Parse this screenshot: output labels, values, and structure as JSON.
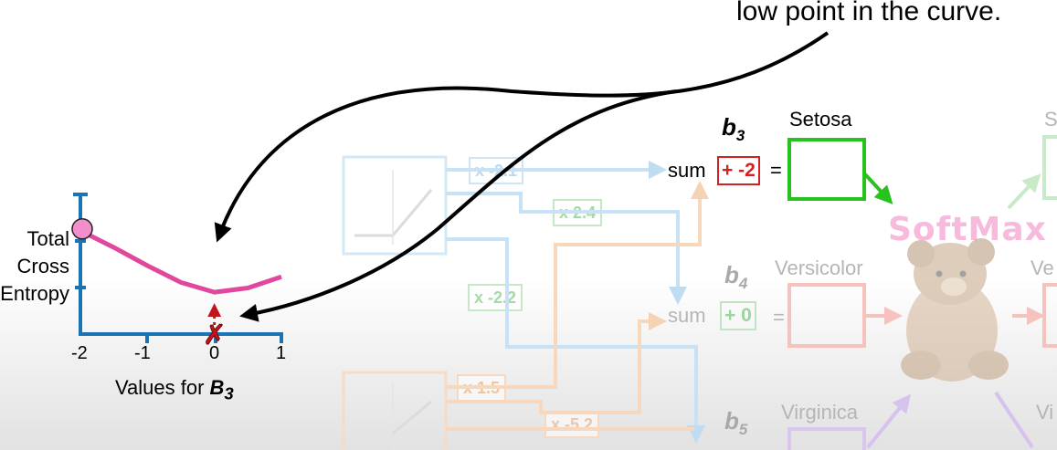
{
  "caption": {
    "text": "low point in the curve."
  },
  "plot": {
    "ylabel_lines": [
      "Total",
      "Cross",
      "Entropy"
    ],
    "xlabel_prefix": "Values for ",
    "xlabel_var": "B",
    "xlabel_sub": "3",
    "ticks": [
      "-2",
      "-1",
      "0",
      "1"
    ]
  },
  "chart_data": {
    "type": "line",
    "title": "",
    "xlabel": "Values for B3",
    "ylabel": "Total Cross Entropy",
    "xlim": [
      -2,
      1
    ],
    "x_ticks": [
      -2,
      -1,
      0,
      1
    ],
    "series": [
      {
        "x": [
          -2.0,
          -1.5,
          -1.0,
          -0.5,
          0.0,
          0.5,
          1.0
        ],
        "y": [
          0.74,
          0.62,
          0.49,
          0.37,
          0.3,
          0.33,
          0.41
        ]
      }
    ],
    "highlight_point": {
      "x": -2,
      "y": 0.74
    },
    "marker_x": 0
  },
  "network": {
    "b3": {
      "letter": "b",
      "sub": "3"
    },
    "b4": {
      "letter": "b",
      "sub": "4"
    },
    "b5": {
      "letter": "b",
      "sub": "5"
    },
    "setosa": "Setosa",
    "versicolor": "Versicolor",
    "virginica": "Virginica",
    "sum_label": "sum",
    "equals": "=",
    "bias_setosa": "+ -2",
    "bias_versicolor": "+ 0",
    "softmax": "SoftMax",
    "weights": [
      "x -2.1",
      "x 2.4",
      "x -2.2",
      "x 1.5",
      "x -5.2"
    ],
    "right_clip": [
      "S",
      "Ve",
      "Vi"
    ]
  },
  "colors": {
    "axis": "#1a73b4",
    "curve": "#e0479d",
    "point": "#f48ecb",
    "marker": "#c4141b",
    "setosa_box": "#27c21b",
    "faded_blue": "#c7e2f5",
    "faded_orange": "#f7d8bc",
    "faded_green": "#c9eac9",
    "faded_pink": "#f6c2bd",
    "faded_purple": "#d9c6ee"
  }
}
